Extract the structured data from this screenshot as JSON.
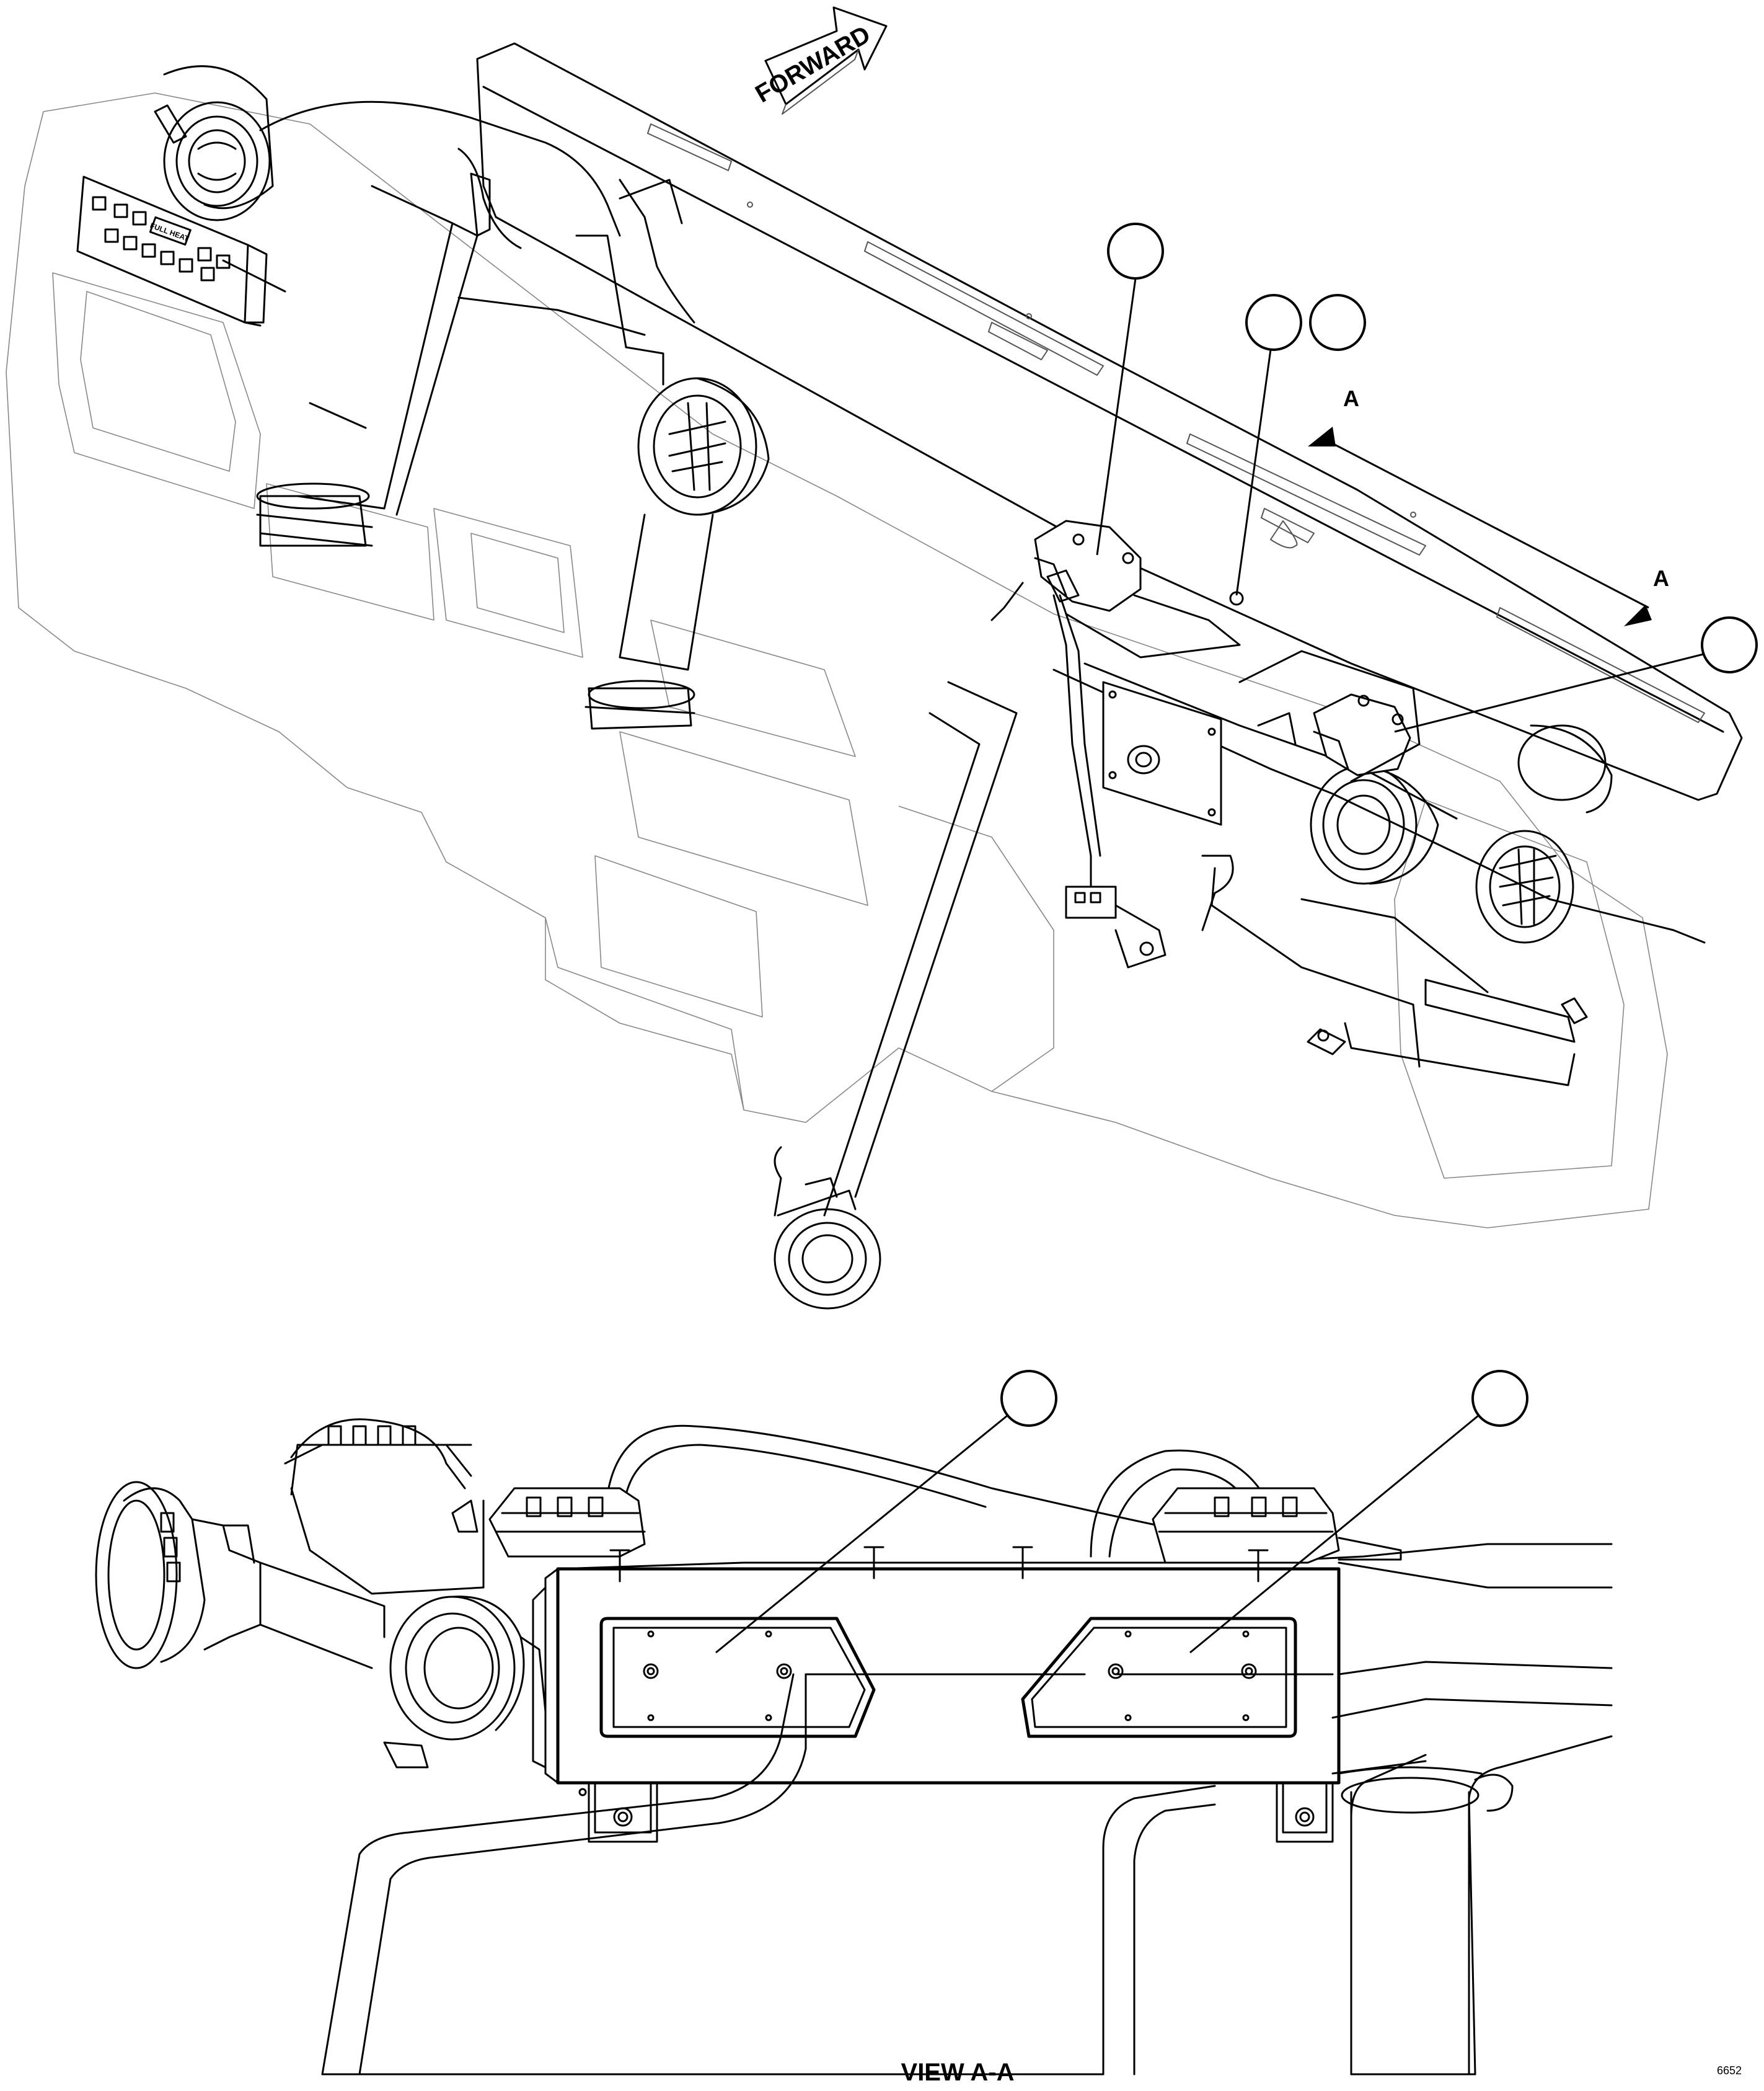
{
  "forward_arrow": {
    "label": "FORWARD"
  },
  "section_marks": {
    "upper": "A",
    "lower": "A"
  },
  "callouts": [
    {
      "id": "callout-1",
      "text": ""
    },
    {
      "id": "callout-2",
      "text": ""
    },
    {
      "id": "callout-3",
      "text": ""
    },
    {
      "id": "callout-4",
      "text": ""
    },
    {
      "id": "callout-5",
      "text": ""
    },
    {
      "id": "callout-6",
      "text": ""
    }
  ],
  "control_panel": {
    "badge": "FULL HEAT"
  },
  "view_label": "VIEW A-A",
  "figure_id": "6652"
}
